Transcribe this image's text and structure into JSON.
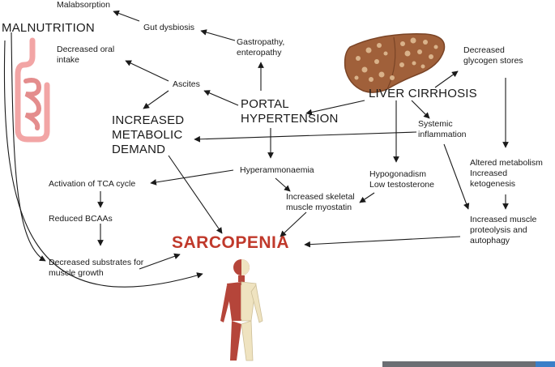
{
  "nodes": {
    "malabsorption": "Malabsorption",
    "malnutrition": "MALNUTRITION",
    "gut_dysbiosis": "Gut dysbiosis",
    "gastropathy": [
      "Gastropathy,",
      "enteropathy"
    ],
    "decreased_oral": [
      "Decreased oral",
      "intake"
    ],
    "ascites": "Ascites",
    "portal_hypertension": [
      "PORTAL",
      "HYPERTENSION"
    ],
    "liver_cirrhosis": "LIVER CIRRHOSIS",
    "decreased_glycogen": [
      "Decreased",
      "glycogen stores"
    ],
    "increased_metabolic": [
      "INCREASED",
      "METABOLIC",
      "DEMAND"
    ],
    "systemic_inflammation": [
      "Systemic",
      "inflammation"
    ],
    "hyperammonaemia": "Hyperammonaemia",
    "altered_metabolism": [
      "Altered metabolism",
      "Increased",
      "ketogenesis"
    ],
    "hypogonadism": [
      "Hypogonadism",
      "Low testosterone"
    ],
    "tca_activation": "Activation of TCA cycle",
    "myostatin": [
      "Increased skeletal",
      "muscle myostatin"
    ],
    "reduced_bcaas": "Reduced BCAAs",
    "proteolysis": [
      "Increased muscle",
      "proteolysis and",
      "autophagy"
    ],
    "decreased_substrates": [
      "Decreased substrates for",
      "muscle growth"
    ],
    "sarcopenia": "SARCOPENIA"
  },
  "colors": {
    "sarcopenia": "#c0392b",
    "liver": "#a0603a",
    "intestine": "#f2a5a5",
    "muscle": "#b5453a",
    "bone": "#efe3c0",
    "arrow": "#1a1a1a"
  },
  "icons": [
    "intestine-icon",
    "liver-icon",
    "human-muscle-skeleton-icon"
  ]
}
